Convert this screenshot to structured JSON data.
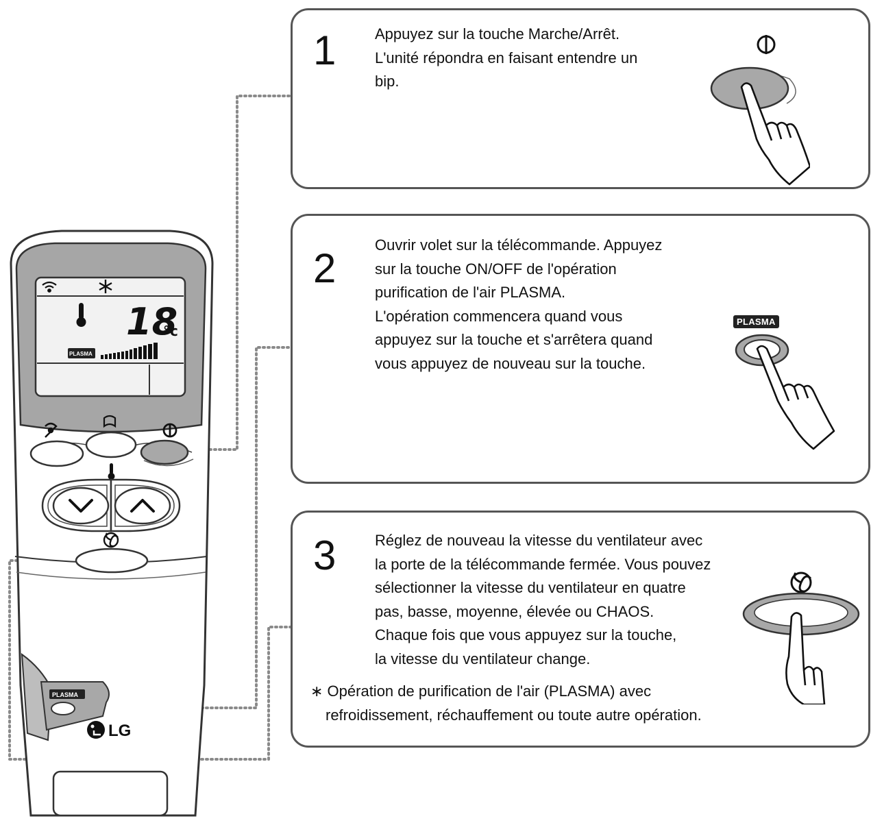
{
  "remote": {
    "lcd": {
      "temperature": "18",
      "unit": "°c",
      "plasma_label": "PLASMA"
    },
    "plasma_button_label": "PLASMA",
    "brand": "LG"
  },
  "steps": [
    {
      "number": "1",
      "lines": [
        "Appuyez sur la touche Marche/Arrêt.",
        "L'unité répondra en faisant entendre un",
        "bip."
      ]
    },
    {
      "number": "2",
      "lines": [
        "Ouvrir volet sur la télécommande. Appuyez",
        "sur la touche ON/OFF de l'opération",
        "purification de l'air PLASMA.",
        "L'opération commencera quand vous",
        "appuyez sur la touche et s'arrêtera quand",
        "vous appuyez de nouveau sur la touche."
      ],
      "badge": "PLASMA"
    },
    {
      "number": "3",
      "lines": [
        "Réglez de nouveau la vitesse du ventilateur avec",
        "la porte de la télécommande fermée. Vous pouvez",
        "sélectionner la vitesse du ventilateur en quatre",
        "pas, basse, moyenne, élevée ou CHAOS.",
        "Chaque fois que vous appuyez sur la touche,",
        "la vitesse du ventilateur change."
      ],
      "note": [
        "∗ Opération de purification de l'air (PLASMA) avec",
        "refroidissement, réchauffement ou toute autre opération."
      ]
    }
  ],
  "icons": {
    "power": "power-icon",
    "fan": "fan-icon",
    "hand": "pointing-hand-icon",
    "thermometer": "thermometer-icon",
    "signal": "signal-icon",
    "snowflake": "snowflake-icon"
  },
  "colors": {
    "outline": "#555555",
    "lcd_frame": "#a6a6a6",
    "lcd_screen": "#f2f2f2",
    "button_grey": "#a8a8a8",
    "dotted_line": "#888888"
  }
}
